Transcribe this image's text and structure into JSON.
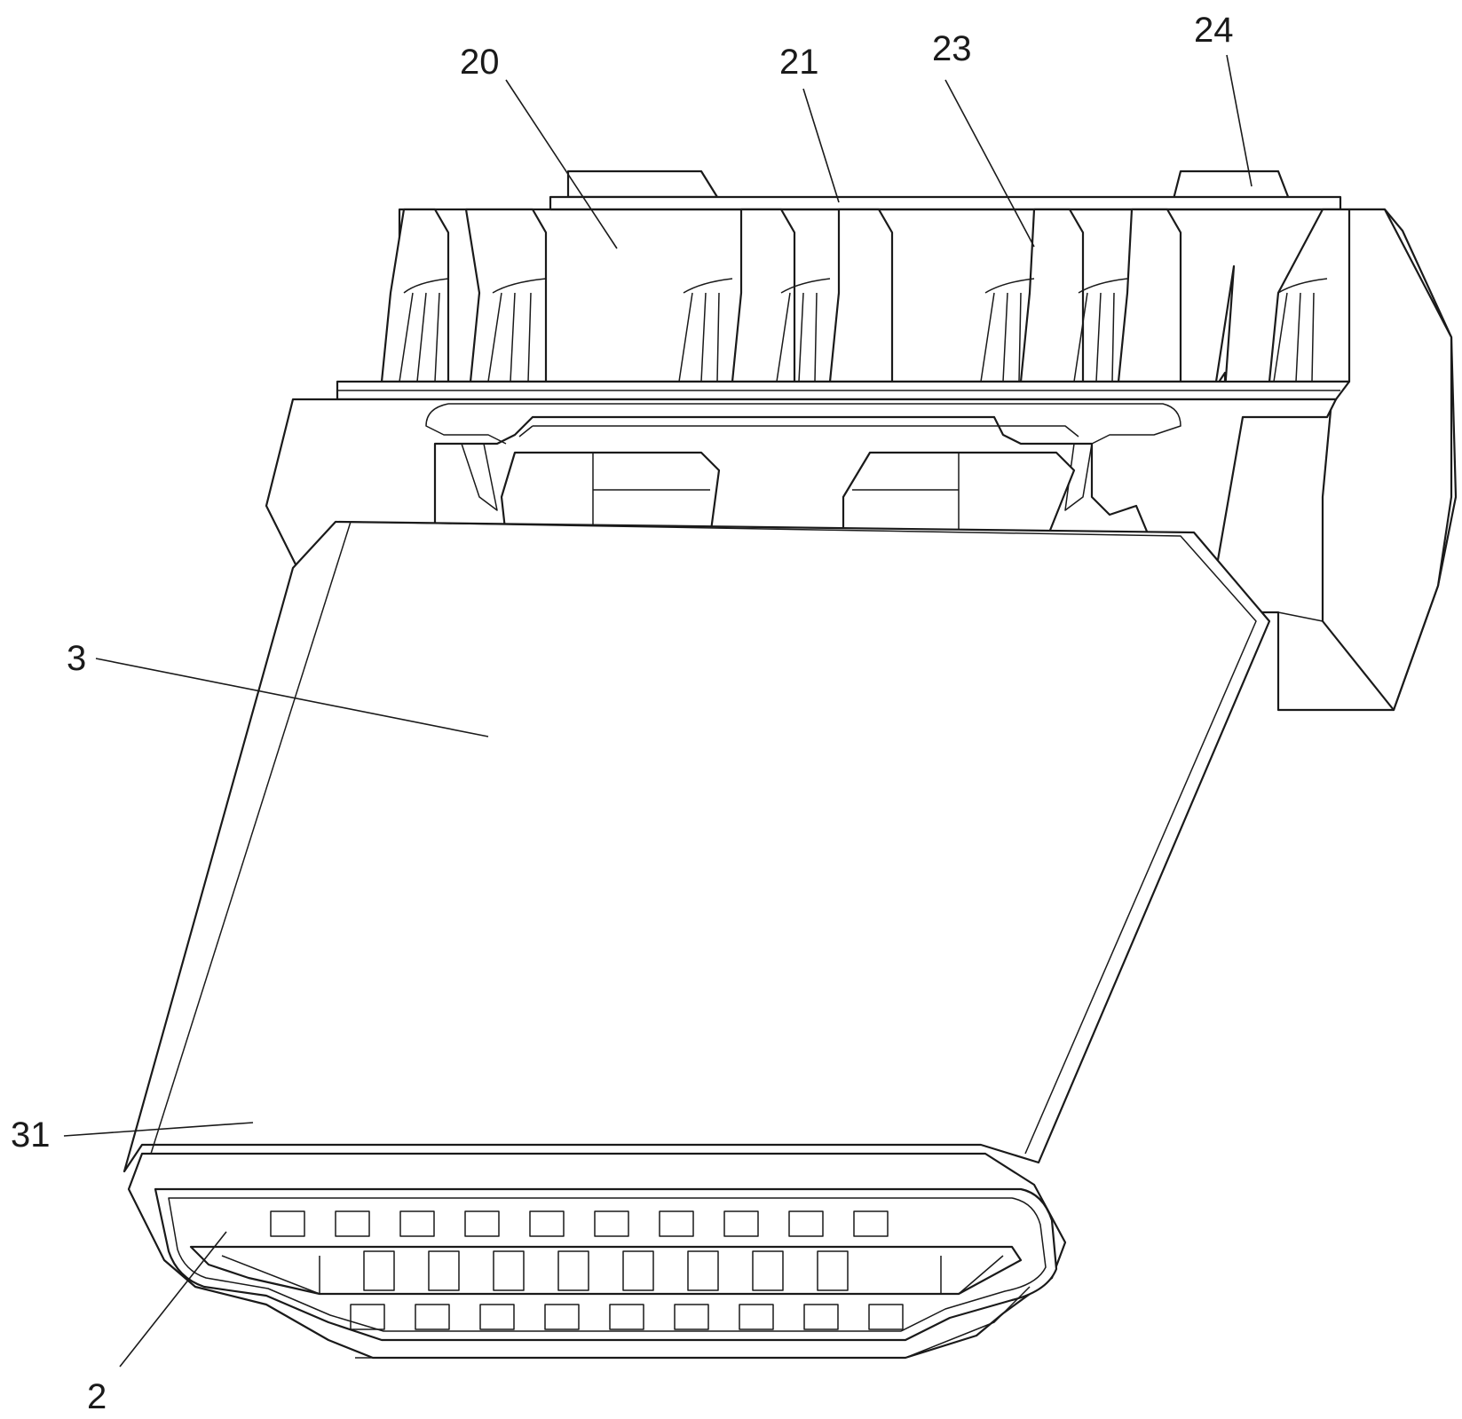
{
  "labels": {
    "l20": "20",
    "l21": "21",
    "l23": "23",
    "l24": "24",
    "l3": "3",
    "l31": "31",
    "l2": "2"
  },
  "colors": {
    "line": "#1a1a1a",
    "background": "#ffffff"
  }
}
